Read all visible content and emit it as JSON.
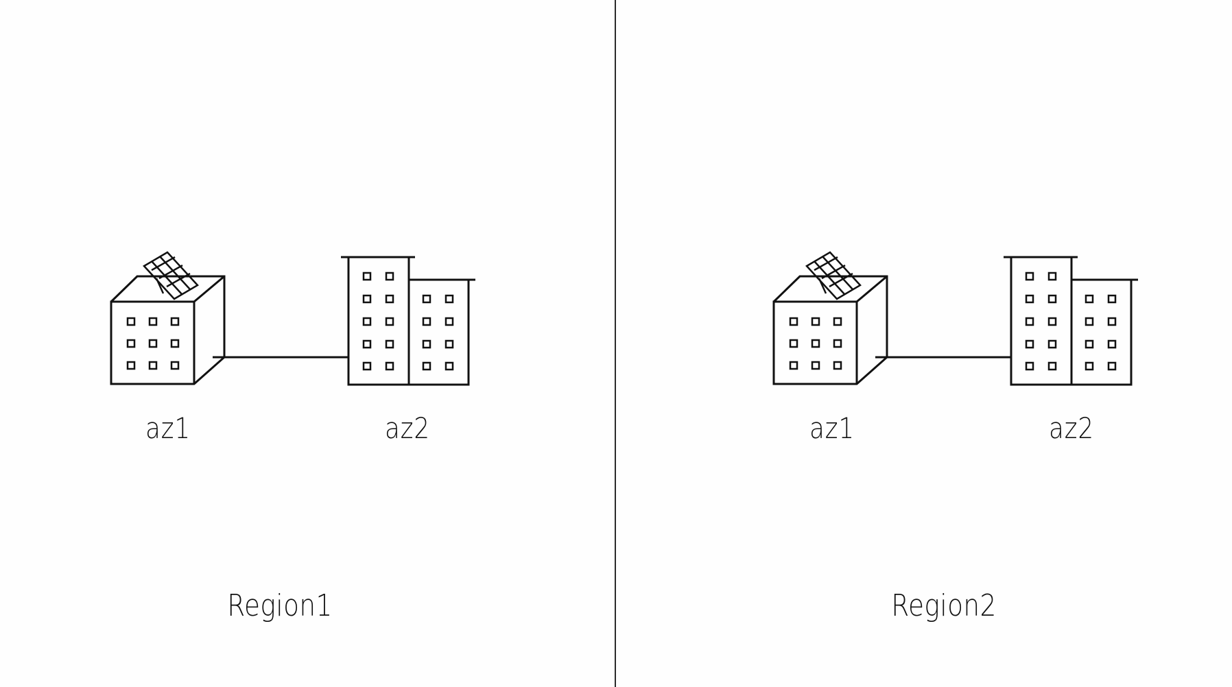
{
  "regions": [
    {
      "label": "Region1",
      "zones": [
        {
          "label": "az1",
          "icon": "solar-office-building-icon"
        },
        {
          "label": "az2",
          "icon": "tower-buildings-icon"
        }
      ],
      "link": "az1-az2-connection"
    },
    {
      "label": "Region2",
      "zones": [
        {
          "label": "az1",
          "icon": "solar-office-building-icon"
        },
        {
          "label": "az2",
          "icon": "tower-buildings-icon"
        }
      ],
      "link": "az1-az2-connection"
    }
  ],
  "colors": {
    "stroke": "#111111",
    "background": "#fefefe",
    "divider": "#2a2a2a"
  }
}
